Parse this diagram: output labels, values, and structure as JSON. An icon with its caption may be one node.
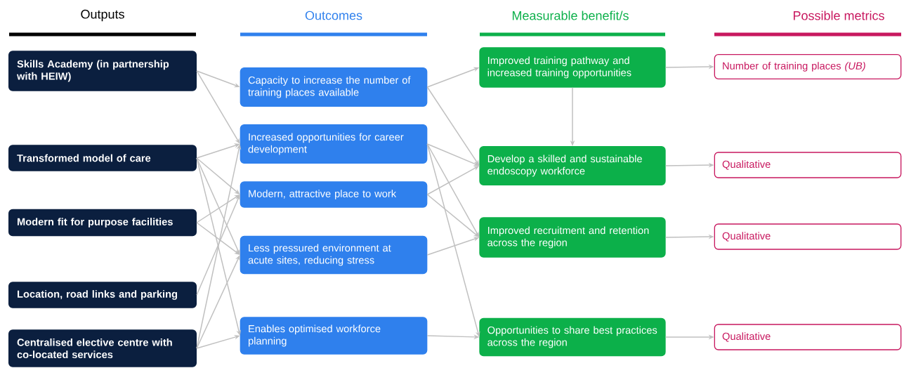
{
  "diagram": {
    "nodes": [
      {
        "text": [
          "Skills Academy (in partnership with HEIW)"
        ]
      },
      {
        "text": [
          "Transformed model of care"
        ]
      },
      {
        "text": [
          "Modern fit for purpose facilities"
        ]
      },
      {
        "text": [
          "Location, road links and parking"
        ]
      },
      {
        "text": [
          "Centralised elective centre with co-located services"
        ]
      },
      {
        "text": [
          "Capacity to increase the number of training places available"
        ]
      },
      {
        "text": [
          "Increased opportunities for career development"
        ]
      },
      {
        "text": [
          "Modern, attractive place to work"
        ]
      },
      {
        "text": [
          "Less pressured environment at acute sites, reducing stress"
        ]
      },
      {
        "text": [
          "Enables optimised workforce planning"
        ]
      },
      {
        "text": [
          "Improved training pathway and increased training opportunities"
        ]
      },
      {
        "text": [
          "Develop a skilled and sustainable endoscopy workforce"
        ]
      },
      {
        "text": [
          "Improved recruitment and retention across the region"
        ]
      },
      {
        "text": [
          "Opportunities to share best practices across the region"
        ]
      },
      {
        "text": [
          "Number of training places *(UB)*"
        ]
      },
      {
        "text": [
          "Qualitative"
        ]
      },
      {
        "text": [
          "Qualitative"
        ]
      },
      {
        "text": [
          "Qualitative"
        ]
      }
    ],
    "edges": [
      {
        "from": 0,
        "to": 5,
        "arrow": "to"
      },
      {
        "from": 0,
        "to": 6,
        "arrow": "to"
      },
      {
        "from": 1,
        "to": 6,
        "arrow": "to"
      },
      {
        "from": 1,
        "to": 7,
        "arrow": "to"
      },
      {
        "from": 1,
        "to": 8,
        "arrow": "to"
      },
      {
        "from": 1,
        "to": 9,
        "arrow": "to"
      },
      {
        "from": 2,
        "to": 7,
        "arrow": "to"
      },
      {
        "from": 2,
        "to": 8,
        "arrow": "to"
      },
      {
        "from": 3,
        "to": 7,
        "arrow": "to"
      },
      {
        "from": 4,
        "to": 6,
        "arrow": "to"
      },
      {
        "from": 4,
        "to": 8,
        "arrow": "to"
      },
      {
        "from": 4,
        "to": 9,
        "arrow": "to"
      },
      {
        "from": 5,
        "to": 10,
        "arrow": "to"
      },
      {
        "from": 5,
        "to": 11,
        "arrow": "to"
      },
      {
        "from": 6,
        "to": 11,
        "arrow": "to"
      },
      {
        "from": 6,
        "to": 12,
        "arrow": "to"
      },
      {
        "from": 6,
        "to": 13,
        "arrow": "to"
      },
      {
        "from": 7,
        "to": 11,
        "arrow": "to"
      },
      {
        "from": 7,
        "to": 12,
        "arrow": "to"
      },
      {
        "from": 8,
        "to": 12,
        "arrow": "to"
      },
      {
        "from": 9,
        "to": 13,
        "arrow": "to"
      },
      {
        "from": 10,
        "to": 11,
        "arrow": "to"
      },
      {
        "from": 10,
        "to": 14,
        "arrow": "to"
      },
      {
        "from": 11,
        "to": 15,
        "arrow": "to"
      },
      {
        "from": 12,
        "to": 16,
        "arrow": "to"
      },
      {
        "from": 13,
        "to": 17,
        "arrow": "to"
      }
    ],
    "labels": [
      "Outputs",
      "Outcomes",
      "Measurable benefit/s",
      "Possible metrics"
    ]
  }
}
